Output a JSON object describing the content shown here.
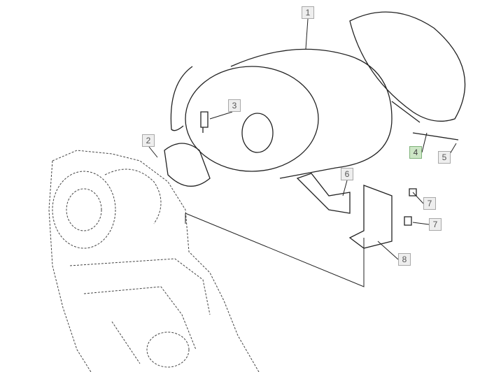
{
  "diagram": {
    "callouts": [
      {
        "label": "1",
        "highlighted": false
      },
      {
        "label": "2",
        "highlighted": false
      },
      {
        "label": "3",
        "highlighted": false
      },
      {
        "label": "4",
        "highlighted": true
      },
      {
        "label": "5",
        "highlighted": false
      },
      {
        "label": "6",
        "highlighted": false
      },
      {
        "label": "7",
        "highlighted": false
      },
      {
        "label": "7",
        "highlighted": false
      },
      {
        "label": "8",
        "highlighted": false
      }
    ],
    "colors": {
      "highlight": "#cde6c6",
      "callout": "#eeeeee",
      "line": "#222222"
    }
  }
}
